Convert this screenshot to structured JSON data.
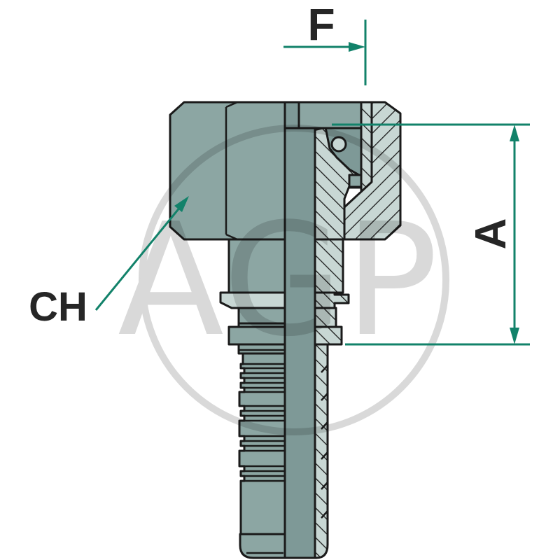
{
  "drawing": {
    "type": "technical-drawing",
    "subject": "hydraulic-hose-fitting-half-section",
    "watermark_text": "AGP",
    "dimensions": {
      "f_label": "F",
      "a_label": "A",
      "ch_label": "CH"
    },
    "colors": {
      "body_medium": "#8CA6A3",
      "body_dark": "#7E9997",
      "section_light": "#C8D7D4",
      "outline_black": "#1A1A1A",
      "dimension_green": "#12826A",
      "watermark_gray": "#D9D9D9",
      "background": "#FFFFFF"
    }
  }
}
